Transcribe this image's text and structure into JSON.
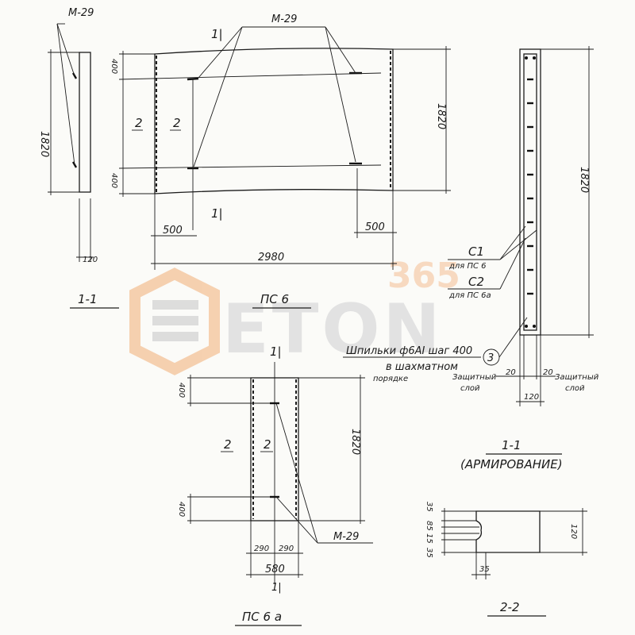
{
  "labels": {
    "m29": "M-29",
    "mark_11": "1|",
    "mark_2": "2",
    "mark_3": "3",
    "dim_1820": "1820",
    "dim_400": "400",
    "dim_500": "500",
    "dim_2980": "2980",
    "dim_120": "120",
    "dim_20": "20",
    "dim_290": "290",
    "dim_580": "580",
    "dim_35": "35",
    "dim_15": "15",
    "dim_85": "85",
    "section_11": "1-1",
    "title_pc6": "ПС 6",
    "title_pc6a": "ПС 6 а",
    "title_22": "2-2",
    "reinf_title": "1-1",
    "reinf_subtitle": "(АРМИРОВАНИЕ)",
    "c1": "С1",
    "c1_sub": "для ПС 6",
    "c2": "С2",
    "c2_sub": "для ПС 6а",
    "pins_note_1": "Шпильки ф6АI шаг 400",
    "pins_note_2": "в шахматном",
    "pins_note_3": "порядке",
    "cover_left_1": "Защитный",
    "cover_left_2": "слой",
    "cover_right_1": "Защитный",
    "cover_right_2": "слой"
  },
  "watermark": {
    "brand": "ETON",
    "number": "365",
    "color_orange": "#f5c9a3",
    "color_gray": "#dcdcdc"
  }
}
